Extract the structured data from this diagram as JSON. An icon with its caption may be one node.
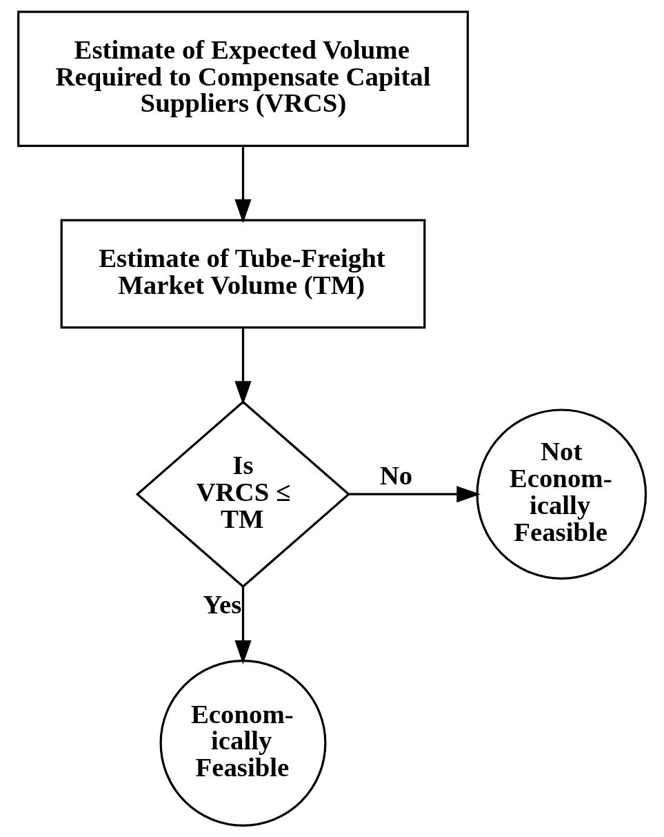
{
  "diagram": {
    "nodes": [
      {
        "text": [
          "Estimate of Expected Volume Required to Compensate Capital Suppliers (VRCS)"
        ]
      },
      {
        "text": [
          "Estimate of Tube-Freight Market Volume (TM)"
        ]
      },
      {
        "text": [
          "Is VRCS ≤ TM"
        ]
      },
      {
        "text": [
          "Not Econom- ically Feasible"
        ]
      },
      {
        "text": [
          "Econom- ically Feasible"
        ]
      }
    ],
    "edges": [
      {
        "from": 0,
        "to": 1,
        "arrow": "to"
      },
      {
        "from": 1,
        "to": 2,
        "arrow": "to"
      },
      {
        "from": 2,
        "to": 3,
        "arrow": "to",
        "label": "No"
      },
      {
        "from": 2,
        "to": 4,
        "arrow": "to",
        "label": "Yes"
      }
    ]
  }
}
